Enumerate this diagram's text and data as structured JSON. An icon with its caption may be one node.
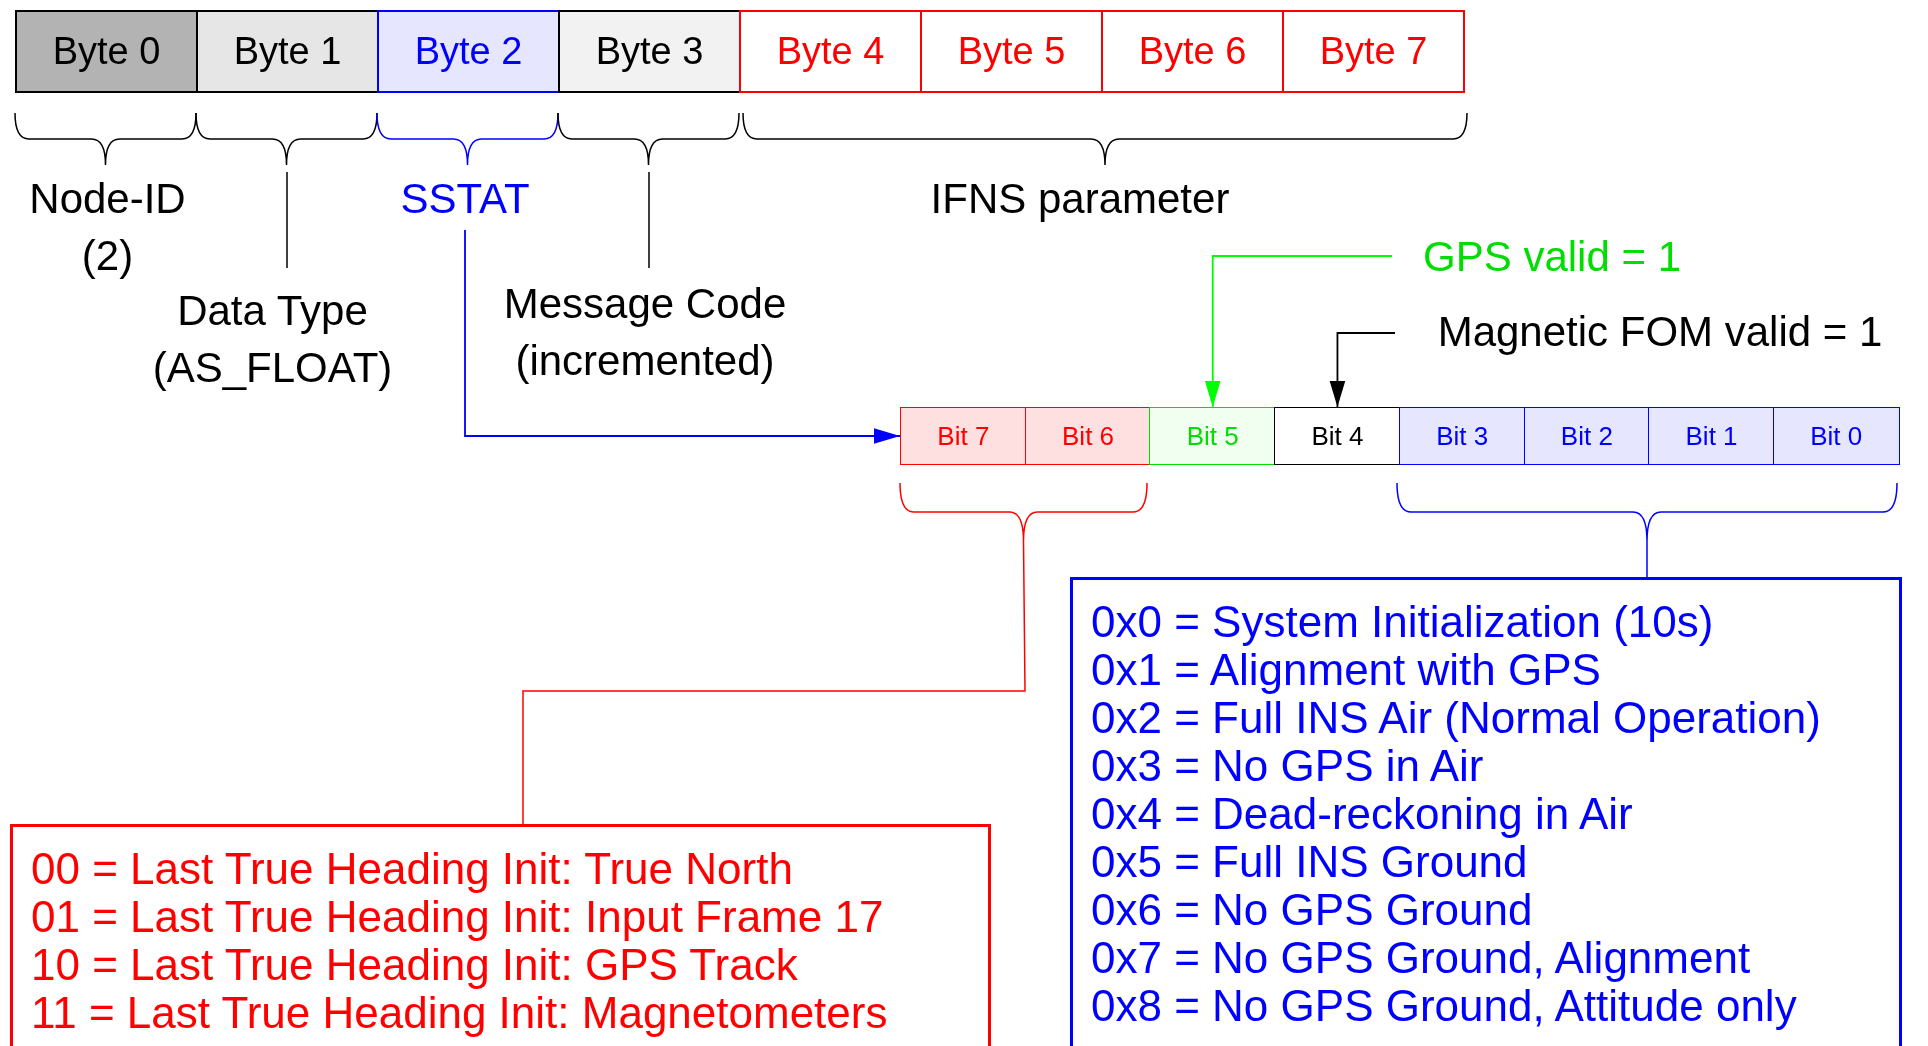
{
  "diagram": {
    "nodes": [
      {
        "text": [
          "Byte 0"
        ]
      },
      {
        "text": [
          "Byte 1"
        ]
      },
      {
        "text": [
          "Byte 2"
        ]
      },
      {
        "text": [
          "Byte 3"
        ]
      },
      {
        "text": [
          "Byte 4"
        ]
      },
      {
        "text": [
          "Byte 5"
        ]
      },
      {
        "text": [
          "Byte 6"
        ]
      },
      {
        "text": [
          "Byte 7"
        ]
      },
      {
        "text": [
          "Node-ID (2)"
        ]
      },
      {
        "text": [
          "Data Type (AS_FLOAT)"
        ]
      },
      {
        "text": [
          "SSTAT"
        ]
      },
      {
        "text": [
          "Message Code (incremented)"
        ]
      },
      {
        "text": [
          "IFNS parameter"
        ]
      },
      {
        "text": [
          "GPS valid = 1"
        ]
      },
      {
        "text": [
          "Magnetic FOM valid = 1"
        ]
      },
      {
        "text": [
          "Bit 7"
        ]
      },
      {
        "text": [
          "Bit 6"
        ]
      },
      {
        "text": [
          "Bit 5"
        ]
      },
      {
        "text": [
          "Bit 4"
        ]
      },
      {
        "text": [
          "Bit 3"
        ]
      },
      {
        "text": [
          "Bit 2"
        ]
      },
      {
        "text": [
          "Bit 1"
        ]
      },
      {
        "text": [
          "Bit 0"
        ]
      },
      {
        "text": [
          "00 = Last True Heading Init: True North",
          "01 = Last True Heading Init: Input Frame 17",
          "10 = Last True Heading Init: GPS Track",
          "11 = Last True Heading Init: Magnetometers"
        ]
      },
      {
        "text": [
          "0x0 = System Initialization (10s)",
          "0x1 = Alignment with GPS",
          "0x2 = Full INS Air (Normal Operation)",
          "0x3 = No GPS in Air",
          "0x4 = Dead-reckoning in Air",
          "0x5 = Full INS Ground",
          "0x6 = No GPS Ground",
          "0x7 = No GPS Ground, Alignment",
          "0x8 = No GPS Ground, Attitude only"
        ]
      }
    ],
    "edges": [
      {
        "from": 10,
        "to": 15,
        "arrow": "to",
        "color": "#0000ff"
      },
      {
        "from": 13,
        "to": 17,
        "arrow": "to",
        "color": "#00ff00"
      },
      {
        "from": 14,
        "to": 18,
        "arrow": "to",
        "color": "#000000"
      }
    ]
  }
}
